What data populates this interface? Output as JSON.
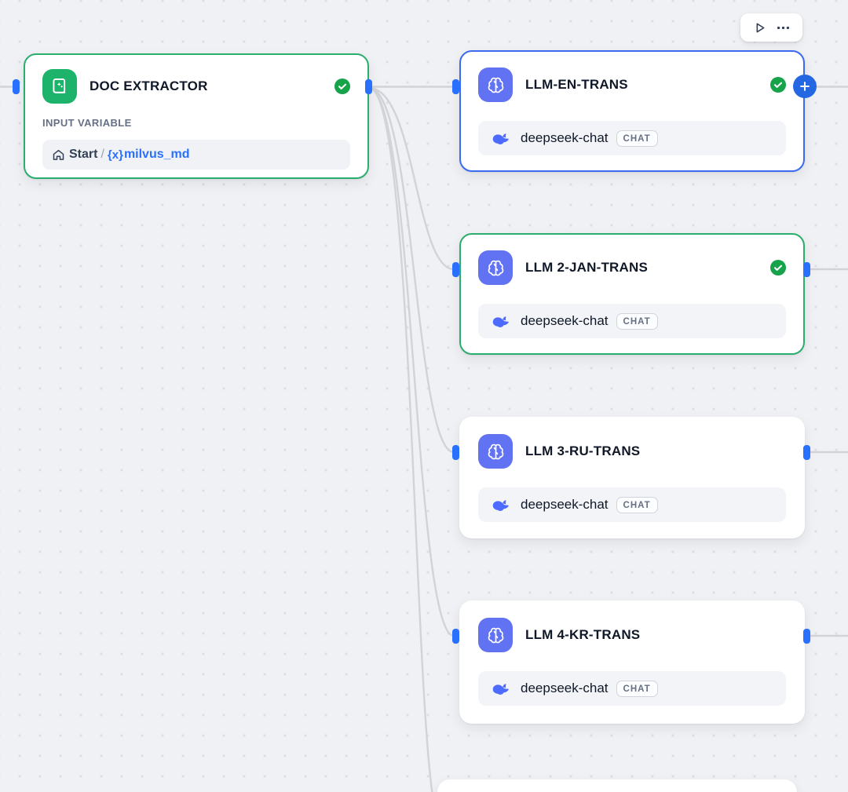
{
  "toolbar": {
    "run_icon": "play",
    "more_icon": "ellipsis"
  },
  "nodes": {
    "doc": {
      "title": "DOC EXTRACTOR",
      "status": "success",
      "input_label": "INPUT VARIABLE",
      "var_source": "Start",
      "var_sep": "/",
      "var_prefix": "{x}",
      "var_name": "milvus_md"
    },
    "llm1": {
      "title": "LLM-EN-TRANS",
      "status": "success",
      "model": "deepseek-chat",
      "badge": "CHAT"
    },
    "llm2": {
      "title": "LLM 2-JAN-TRANS",
      "status": "success",
      "model": "deepseek-chat",
      "badge": "CHAT"
    },
    "llm3": {
      "title": "LLM 3-RU-TRANS",
      "status": "none",
      "model": "deepseek-chat",
      "badge": "CHAT"
    },
    "llm4": {
      "title": "LLM 4-KR-TRANS",
      "status": "none",
      "model": "deepseek-chat",
      "badge": "CHAT"
    }
  },
  "colors": {
    "success_green": "#16a34a",
    "selected_green_border": "#2aae6d",
    "selected_blue_border": "#3b6bf0",
    "handle_blue": "#2970ff",
    "llm_icon_indigo": "#6172f3",
    "doc_icon_green": "#1db36a",
    "deepseek_blue": "#4d6bfe",
    "edge_gray": "#d1d3d9",
    "canvas_bg": "#f0f1f4"
  }
}
